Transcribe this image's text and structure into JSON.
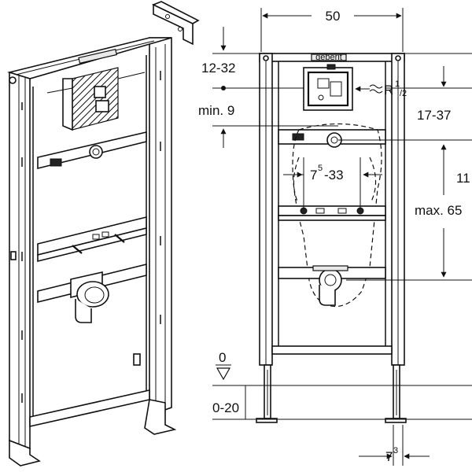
{
  "diagram": {
    "dim_width": "50",
    "dim_top_offset": "12-32",
    "dim_min_depth": "min. 9",
    "dim_thread": "R",
    "dim_thread_sup": "1",
    "dim_thread_sub": "/2",
    "dim_side_height": "17-37",
    "dim_bracket_pre": "7",
    "dim_bracket_sup": "5",
    "dim_bracket_post": "-33",
    "dim_outlet_height": "11",
    "dim_max_height": "max. 65",
    "dim_floor_zero": "0",
    "dim_floor_range": "0-20",
    "dim_foot_width": "7",
    "dim_foot_sup": "3",
    "frame_plate_text": "geberit"
  },
  "colors": {
    "ink": "#111111",
    "background": "#ffffff"
  }
}
